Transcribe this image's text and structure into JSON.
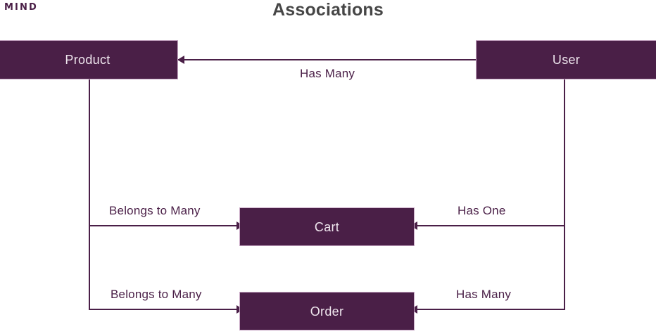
{
  "brand": {
    "name": "MIND"
  },
  "header": {
    "title": "Associations"
  },
  "colors": {
    "node_fill": "#4a1f47",
    "node_border": "#c9a9c6",
    "node_text": "#efe6ee",
    "line": "#4a1f47",
    "label_text": "#4a1f47",
    "title_text": "#464646",
    "background": "#ffffff"
  },
  "diagram": {
    "nodes": [
      {
        "id": "product",
        "label": "Product"
      },
      {
        "id": "user",
        "label": "User"
      },
      {
        "id": "cart",
        "label": "Cart"
      },
      {
        "id": "order",
        "label": "Order"
      }
    ],
    "edges": [
      {
        "id": "user-product",
        "from": "User",
        "to": "Product",
        "label": "Has Many",
        "direction": "left"
      },
      {
        "id": "product-cart",
        "from": "Product",
        "to": "Cart",
        "label": "Belongs to Many",
        "direction": "right"
      },
      {
        "id": "user-cart",
        "from": "User",
        "to": "Cart",
        "label": "Has One",
        "direction": "left"
      },
      {
        "id": "product-order",
        "from": "Product",
        "to": "Order",
        "label": "Belongs to Many",
        "direction": "right"
      },
      {
        "id": "user-order",
        "from": "User",
        "to": "Order",
        "label": "Has Many",
        "direction": "left"
      }
    ]
  }
}
